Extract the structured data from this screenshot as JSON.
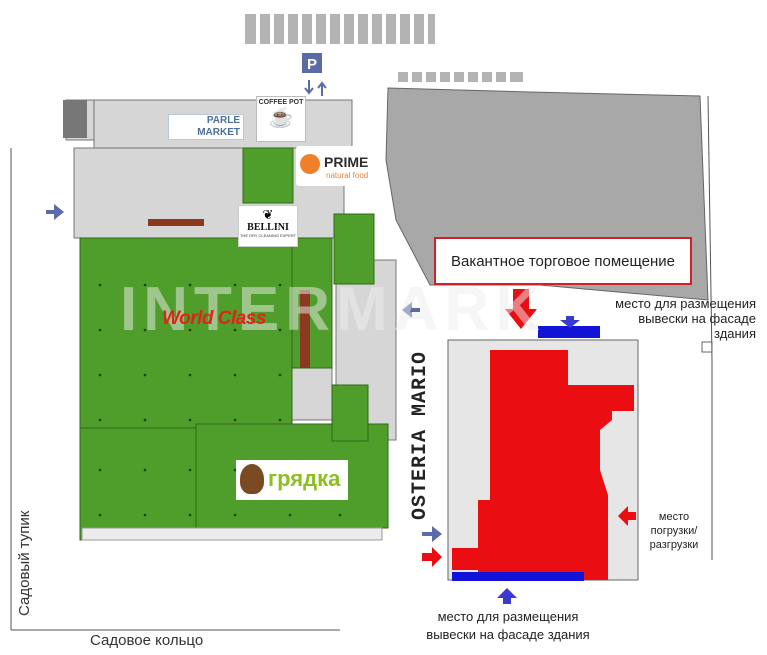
{
  "labels": {
    "vacant": "Вакантное торговое помещение",
    "sign_right": [
      "место для размещения",
      "вывески на фасаде",
      "здания"
    ],
    "sign_bottom": [
      "место для размещения",
      "вывески на фасаде здания"
    ],
    "loading": [
      "место",
      "погрузки/",
      "разгрузки"
    ],
    "street_left": "Садовый тупик",
    "street_bottom": "Садовое кольцо",
    "parking": "P"
  },
  "brands": {
    "parle": [
      "PARLE",
      "MARKET"
    ],
    "coffee": "COFFEE POT",
    "prime": "PRIME",
    "prime_sub": "natural food",
    "bellini": "BELLINI",
    "bellini_sub": "THE DRY CLEANING EXPERT",
    "worldclass": "World Class",
    "gryadka": "грядка",
    "osteria": "OSTERIA MARIO",
    "watermark": "INTERMARK"
  },
  "colors": {
    "green": "#4f9d2b",
    "red": "#ea0d12",
    "gray": "#cfcfcf",
    "gray_dark": "#9a9a9a",
    "blue": "#5b6aa8",
    "sign_blue": "#1313d8"
  }
}
